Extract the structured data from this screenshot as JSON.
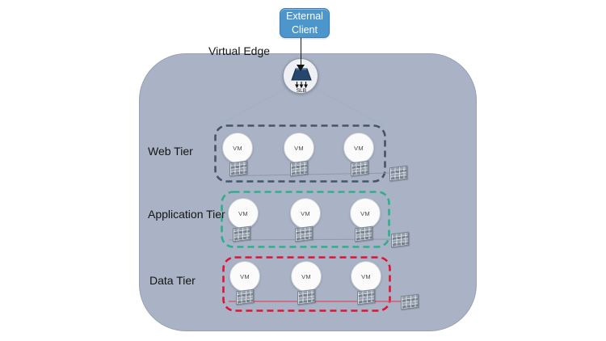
{
  "external_client": {
    "label": "External Client"
  },
  "virtual_edge": {
    "label": "Virtual Edge"
  },
  "slb": {
    "label": "SLB",
    "icon": "load-balancer-funnel-icon"
  },
  "tiers": [
    {
      "name": "web",
      "label": "Web Tier",
      "border_color": "#44546a",
      "vms": [
        "VM",
        "VM",
        "VM"
      ],
      "firewall_count": 4
    },
    {
      "name": "application",
      "label": "Application Tier",
      "border_color": "#2fae8e",
      "vms": [
        "VM",
        "VM",
        "VM"
      ],
      "firewall_count": 4
    },
    {
      "name": "data",
      "label": "Data Tier",
      "border_color": "#dc1435",
      "vms": [
        "VM",
        "VM",
        "VM"
      ],
      "firewall_count": 4
    }
  ],
  "icons": {
    "firewall": "brick-wall-firewall-icon",
    "slb": "load-balancer-funnel-icon"
  },
  "colors": {
    "canvas_bg": "#ffffff",
    "container_fill": "#a9b3c5",
    "container_border": "#96a1b5",
    "client_box_fill": "#4d96cc",
    "client_box_border": "#3a7cae",
    "web_tier_border": "#44546a",
    "application_tier_border": "#2fae8e",
    "data_tier_border": "#dc1435",
    "data_connector_line": "#e04a60",
    "neutral_connector_line": "#8d99ab",
    "slb_fanout_line": "#9db0cc",
    "slb_trapezoid_fill": "#26466b",
    "vm_fill": "#fbfbfb"
  }
}
